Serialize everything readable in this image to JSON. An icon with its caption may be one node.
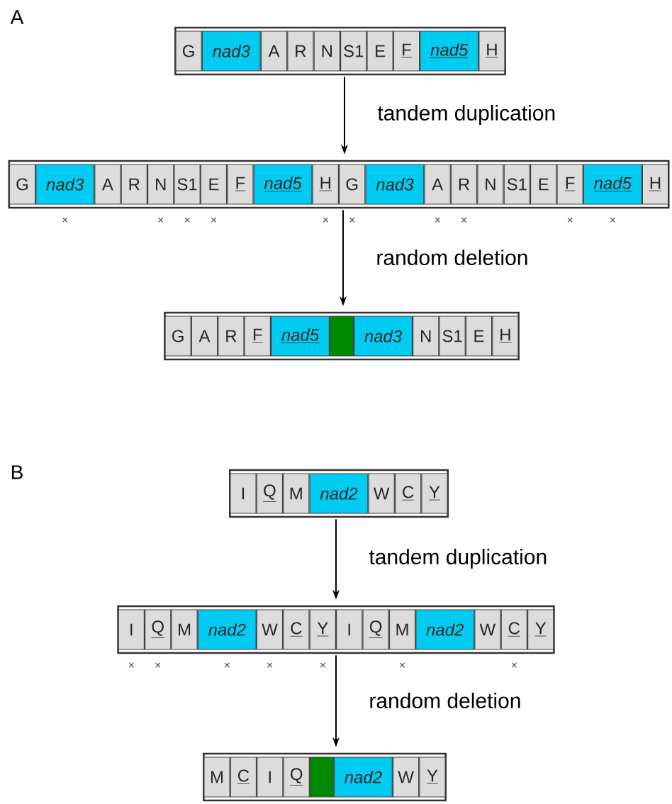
{
  "diagram": {
    "nodes": [
      {
        "text": [],
        "shape": "bar"
      },
      {
        "text": [
          "G"
        ],
        "in": 0
      },
      {
        "text": [
          "nad3"
        ],
        "in": 0
      },
      {
        "text": [
          "A"
        ],
        "in": 0
      },
      {
        "text": [
          "R"
        ],
        "in": 0
      },
      {
        "text": [
          "N"
        ],
        "in": 0
      },
      {
        "text": [
          "S1"
        ],
        "in": 0
      },
      {
        "text": [
          "E"
        ],
        "in": 0
      },
      {
        "text": [
          "F"
        ],
        "in": 0
      },
      {
        "text": [
          "nad5"
        ],
        "in": 0
      },
      {
        "text": [
          "H"
        ],
        "in": 0
      },
      {
        "text": [],
        "shape": "bar"
      },
      {
        "text": [
          "G"
        ],
        "in": 11
      },
      {
        "text": [
          "nad3"
        ],
        "in": 11,
        "beside": [
          "×"
        ]
      },
      {
        "text": [
          "A"
        ],
        "in": 11
      },
      {
        "text": [
          "R"
        ],
        "in": 11
      },
      {
        "text": [
          "N"
        ],
        "in": 11,
        "beside": [
          "×"
        ]
      },
      {
        "text": [
          "S1"
        ],
        "in": 11,
        "beside": [
          "×"
        ]
      },
      {
        "text": [
          "E"
        ],
        "in": 11,
        "beside": [
          "×"
        ]
      },
      {
        "text": [
          "F"
        ],
        "in": 11
      },
      {
        "text": [
          "nad5"
        ],
        "in": 11
      },
      {
        "text": [
          "H"
        ],
        "in": 11,
        "beside": [
          "×"
        ]
      },
      {
        "text": [
          "G"
        ],
        "in": 11,
        "beside": [
          "×"
        ]
      },
      {
        "text": [
          "nad3"
        ],
        "in": 11
      },
      {
        "text": [
          "A"
        ],
        "in": 11,
        "beside": [
          "×"
        ]
      },
      {
        "text": [
          "R"
        ],
        "in": 11,
        "beside": [
          "×"
        ]
      },
      {
        "text": [
          "N"
        ],
        "in": 11
      },
      {
        "text": [
          "S1"
        ],
        "in": 11
      },
      {
        "text": [
          "E"
        ],
        "in": 11
      },
      {
        "text": [
          "F"
        ],
        "in": 11,
        "beside": [
          "×"
        ]
      },
      {
        "text": [
          "nad5"
        ],
        "in": 11,
        "beside": [
          "×"
        ]
      },
      {
        "text": [
          "H"
        ],
        "in": 11
      },
      {
        "text": [],
        "shape": "bar"
      },
      {
        "text": [
          "G"
        ],
        "in": 32
      },
      {
        "text": [
          "A"
        ],
        "in": 32
      },
      {
        "text": [
          "R"
        ],
        "in": 32
      },
      {
        "text": [
          "F"
        ],
        "in": 32
      },
      {
        "text": [
          "nad5"
        ],
        "in": 32
      },
      {
        "text": [],
        "shape": "box",
        "in": 32
      },
      {
        "text": [
          "nad3"
        ],
        "in": 32
      },
      {
        "text": [
          "N"
        ],
        "in": 32
      },
      {
        "text": [
          "S1"
        ],
        "in": 32
      },
      {
        "text": [
          "E"
        ],
        "in": 32
      },
      {
        "text": [
          "H"
        ],
        "in": 32
      },
      {
        "text": [],
        "shape": "bar"
      },
      {
        "text": [
          "I"
        ],
        "in": 44
      },
      {
        "text": [
          "Q"
        ],
        "in": 44
      },
      {
        "text": [
          "M"
        ],
        "in": 44
      },
      {
        "text": [
          "nad2"
        ],
        "in": 44
      },
      {
        "text": [
          "W"
        ],
        "in": 44
      },
      {
        "text": [
          "C"
        ],
        "in": 44
      },
      {
        "text": [
          "Y"
        ],
        "in": 44
      },
      {
        "text": [],
        "shape": "bar"
      },
      {
        "text": [
          "I"
        ],
        "in": 52,
        "beside": [
          "×"
        ]
      },
      {
        "text": [
          "Q"
        ],
        "in": 52,
        "beside": [
          "×"
        ]
      },
      {
        "text": [
          "M"
        ],
        "in": 52
      },
      {
        "text": [
          "nad2"
        ],
        "in": 52,
        "beside": [
          "×"
        ]
      },
      {
        "text": [
          "W"
        ],
        "in": 52,
        "beside": [
          "×"
        ]
      },
      {
        "text": [
          "C"
        ],
        "in": 52
      },
      {
        "text": [
          "Y"
        ],
        "in": 52,
        "beside": [
          "×"
        ]
      },
      {
        "text": [
          "I"
        ],
        "in": 52
      },
      {
        "text": [
          "Q"
        ],
        "in": 52
      },
      {
        "text": [
          "M"
        ],
        "in": 52,
        "beside": [
          "×"
        ]
      },
      {
        "text": [
          "nad2"
        ],
        "in": 52
      },
      {
        "text": [
          "W"
        ],
        "in": 52
      },
      {
        "text": [
          "C"
        ],
        "in": 52,
        "beside": [
          "×"
        ]
      },
      {
        "text": [
          "Y"
        ],
        "in": 52
      },
      {
        "text": [],
        "shape": "bar"
      },
      {
        "text": [
          "M"
        ],
        "in": 67
      },
      {
        "text": [
          "C"
        ],
        "in": 67
      },
      {
        "text": [
          "I"
        ],
        "in": 67
      },
      {
        "text": [
          "Q"
        ],
        "in": 67
      },
      {
        "text": [],
        "shape": "box",
        "in": 67
      },
      {
        "text": [
          "nad2"
        ],
        "in": 67
      },
      {
        "text": [
          "W"
        ],
        "in": 67
      },
      {
        "text": [
          "Y"
        ],
        "in": 67
      }
    ],
    "edges": [
      {
        "from": 0,
        "to": 11,
        "arrow": "to",
        "label": "tandem duplication"
      },
      {
        "from": 11,
        "to": 32,
        "arrow": "to",
        "label": "random deletion"
      },
      {
        "from": 44,
        "to": 52,
        "arrow": "to",
        "label": "tandem duplication"
      },
      {
        "from": 52,
        "to": 67,
        "arrow": "to",
        "label": "random deletion"
      }
    ],
    "labels": [
      "A",
      "B"
    ]
  }
}
